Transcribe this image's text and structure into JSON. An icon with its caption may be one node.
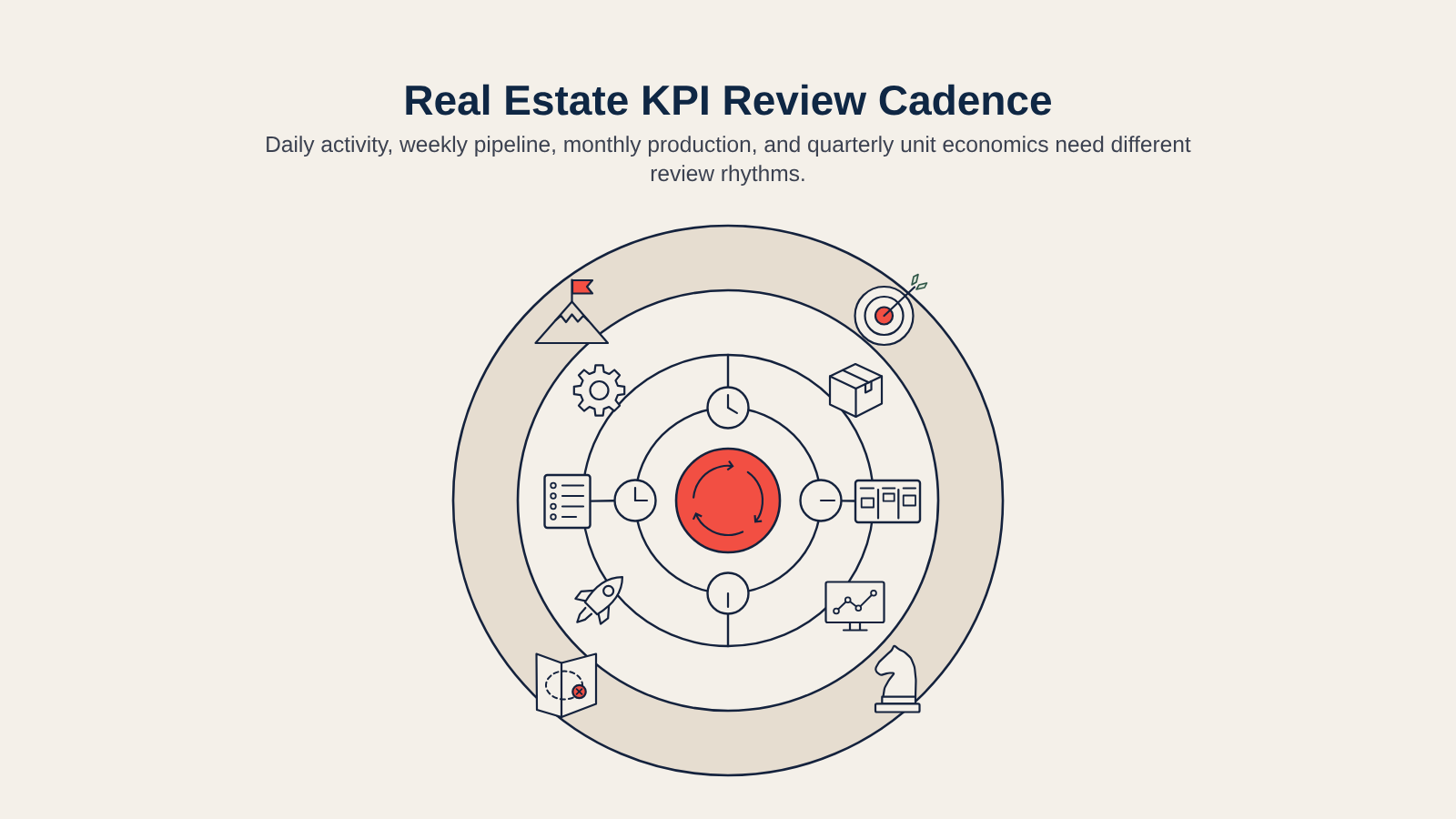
{
  "diagram": {
    "title": "Real Estate KPI Review Cadence",
    "nodes": [
      {
        "text": [],
        "shape": "circle"
      },
      {
        "text": [],
        "shape": "picture"
      },
      {
        "text": [],
        "shape": "circle"
      },
      {
        "text": [],
        "shape": "circle"
      },
      {
        "text": [],
        "shape": "picture"
      },
      {
        "text": [],
        "shape": "circle"
      }
    ],
    "edges": [
      {
        "from": 2,
        "to": 1,
        "arrow": "none"
      },
      {
        "from": 3,
        "to": 4,
        "arrow": "none"
      }
    ],
    "labels": [
      "Daily activity, weekly pipeline, monthly production, and quarterly unit economics need different review rhythms."
    ]
  }
}
